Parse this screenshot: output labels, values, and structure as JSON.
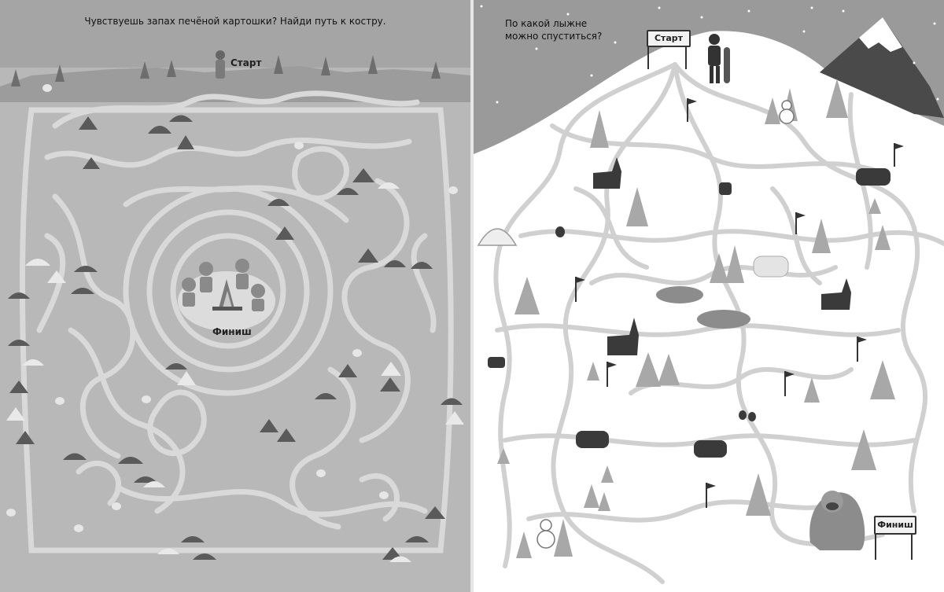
{
  "left_page": {
    "instruction": "Чувствуешь запах печёной картошки? Найди путь к костру.",
    "start_label": "Старт",
    "finish_label": "Финиш",
    "background_color": "#b8b8b8",
    "path_color": "#d8d8d8"
  },
  "right_page": {
    "instruction_line1": "По какой лыжне",
    "instruction_line2": "можно спуститься?",
    "start_label": "Старт",
    "finish_label": "Финиш",
    "sky_color": "#9a9a9a",
    "snow_color": "#ffffff",
    "trail_color": "#d4d4d4"
  }
}
